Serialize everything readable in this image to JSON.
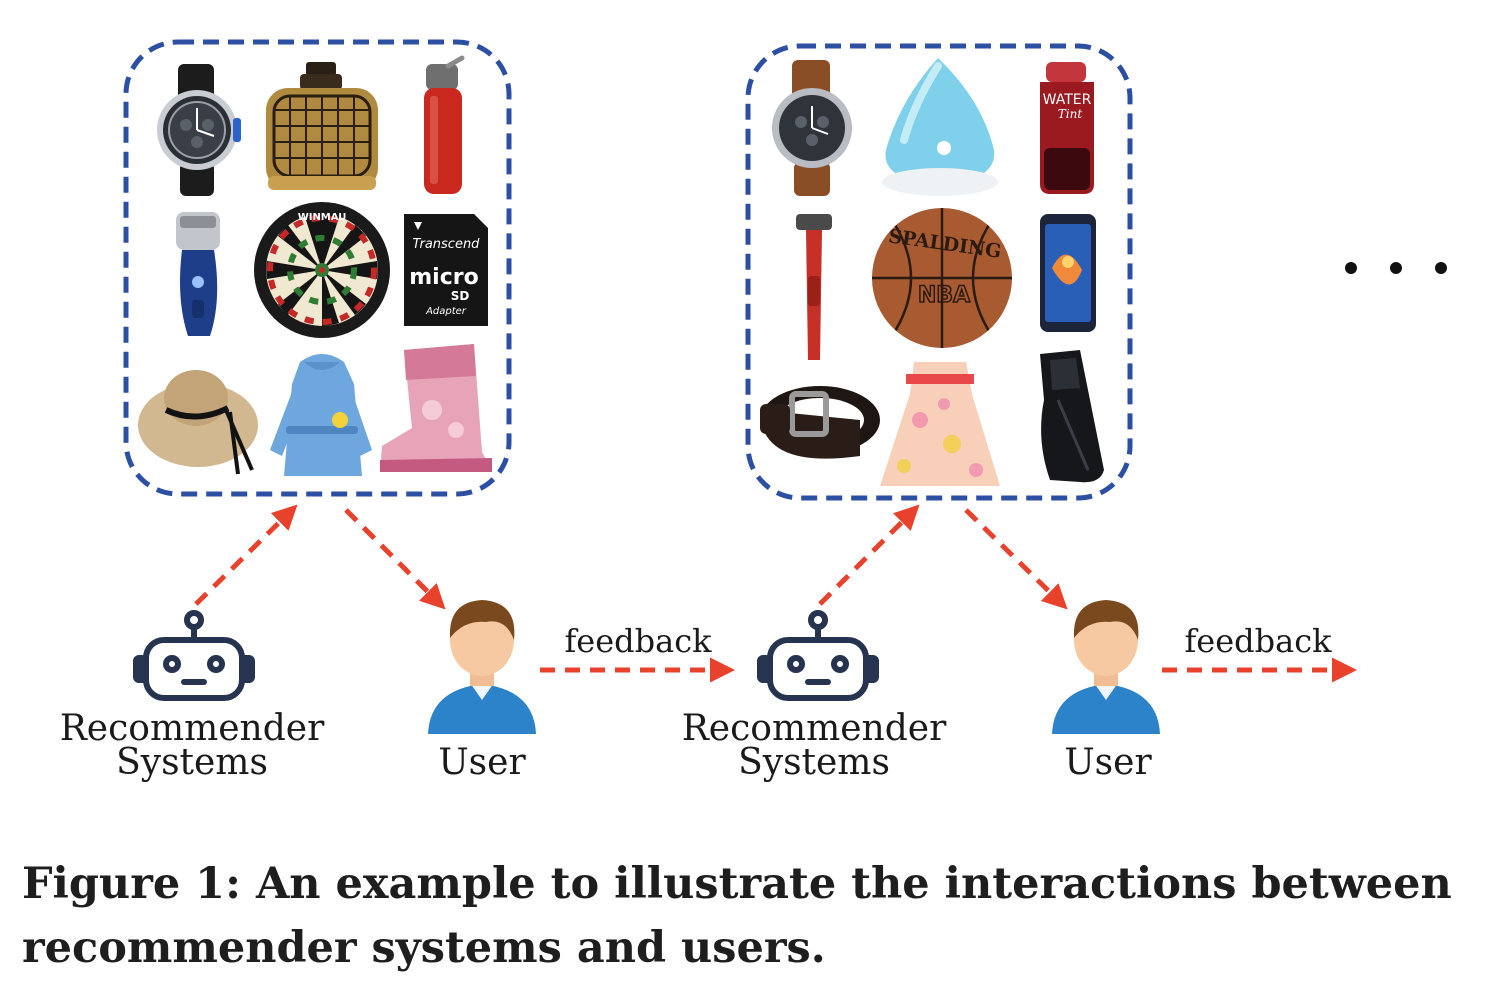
{
  "nodes": {
    "recommender1_label_line1": "Recommender",
    "recommender1_label_line2": "Systems",
    "user1_label": "User",
    "recommender2_label_line1": "Recommender",
    "recommender2_label_line2": "Systems",
    "user2_label": "User"
  },
  "edges": {
    "feedback1_label": "feedback",
    "feedback2_label": "feedback"
  },
  "colors": {
    "box_border": "#2c4fa3",
    "arrow": "#e8412c",
    "robot": "#26344f",
    "user_shirt": "#2d83c9",
    "user_hair": "#7a4a1e",
    "user_skin": "#f6c9a2"
  },
  "item_sets": [
    {
      "items": [
        "watch-icon",
        "perfume-icon",
        "water-bottle-icon",
        "shaver-icon",
        "dartboard-icon",
        "sd-card-icon",
        "sun-hat-icon",
        "bathrobe-icon",
        "boot-icon"
      ],
      "text_on_items": {
        "dartboard_brand": "WINMAU",
        "card_brand": "Transcend",
        "card_type": "micro SD",
        "card_sub": "Adapter"
      }
    },
    {
      "items": [
        "watch-icon",
        "humidifier-icon",
        "lip-tint-icon",
        "razor-icon",
        "basketball-icon",
        "smartphone-icon",
        "belt-icon",
        "dress-icon",
        "dress-shoe-icon"
      ],
      "text_on_items": {
        "tint_label": "WATER Tint",
        "ball_brand": "SPALDING",
        "ball_league": "NBA"
      }
    }
  ],
  "continuation": "...",
  "caption": "Figure 1: An example to illustrate the interactions between recommender systems and users."
}
